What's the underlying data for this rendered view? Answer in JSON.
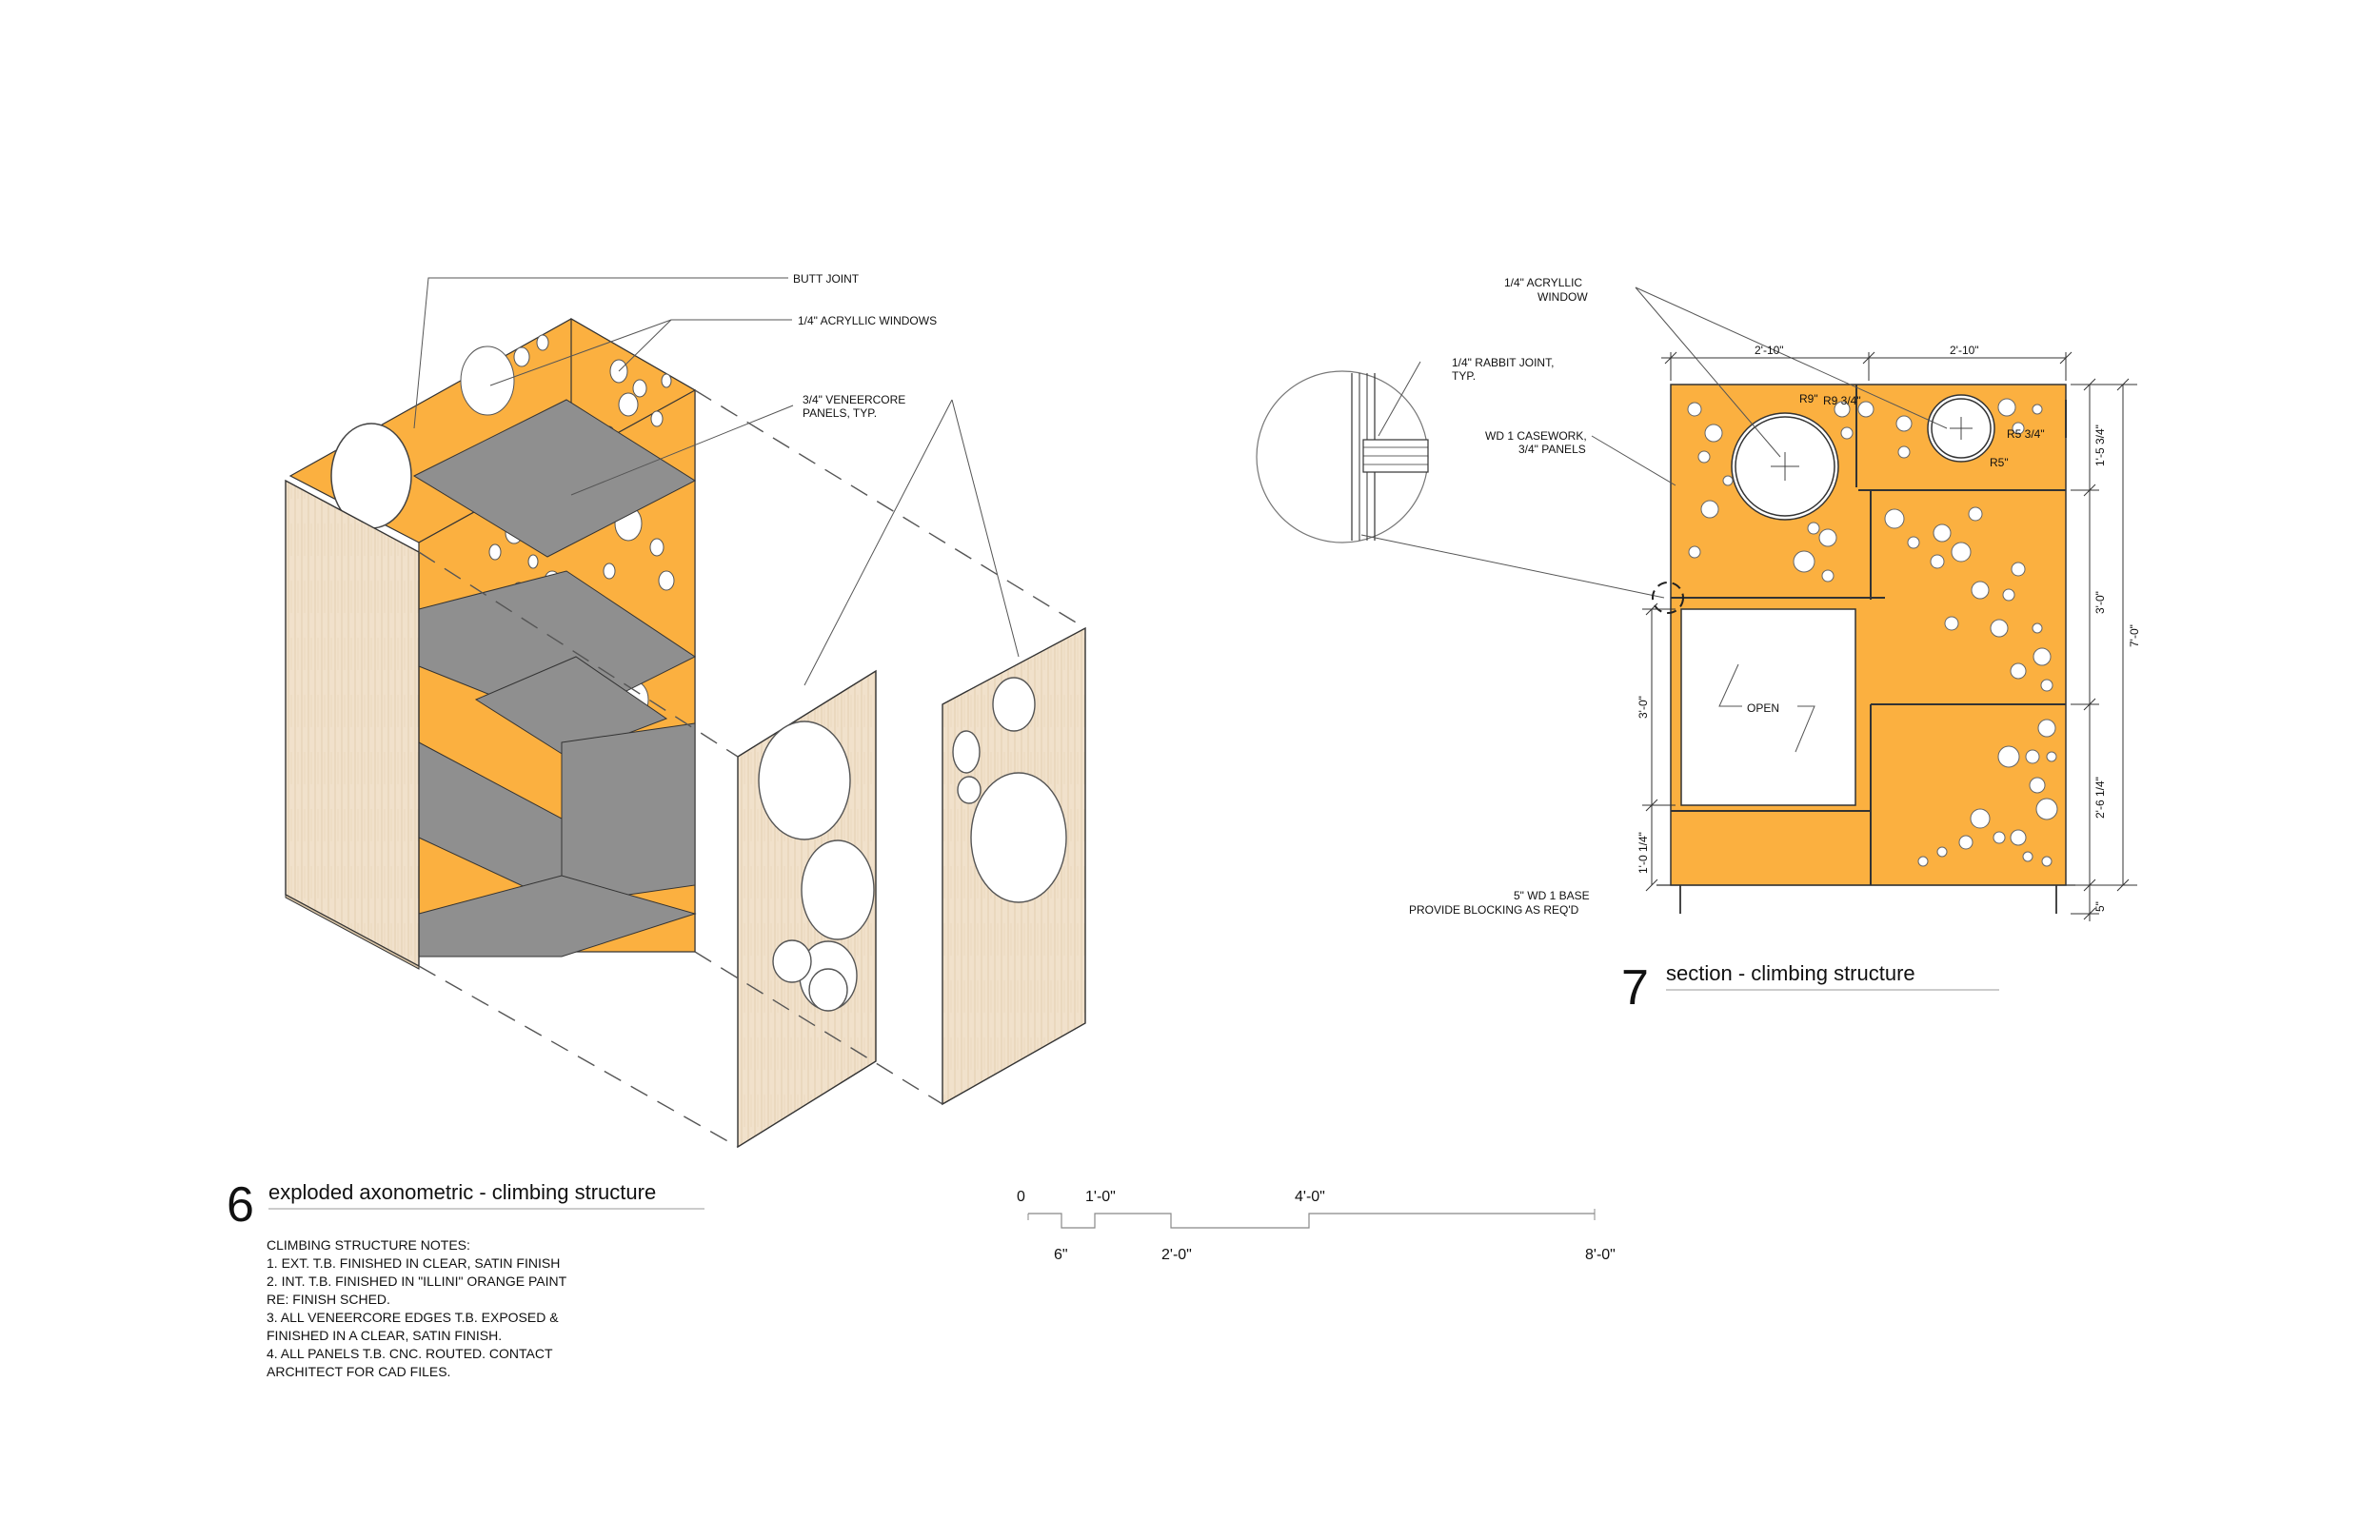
{
  "colors": {
    "orange": "#FBB040",
    "wood": "#F1E1CB",
    "gray": "#8F8F8F",
    "line": "#333333"
  },
  "axo": {
    "labels": {
      "butt_joint": "BUTT JOINT",
      "acrylic_windows": "1/4\" ACRYLLIC WINDOWS",
      "veneercore_1": "3/4\" VENEERCORE",
      "veneercore_2": "PANELS, TYP."
    },
    "number": "6",
    "title": "exploded axonometric - climbing structure"
  },
  "notes": [
    "CLIMBING STRUCTURE NOTES:",
    "1. EXT. T.B. FINISHED IN CLEAR, SATIN FINISH",
    "2. INT. T.B. FINISHED IN \"ILLINI\" ORANGE PAINT",
    "RE: FINISH SCHED.",
    "3. ALL VENEERCORE EDGES T.B. EXPOSED &",
    "FINISHED IN A CLEAR, SATIN FINISH.",
    "4. ALL PANELS T.B. CNC. ROUTED. CONTACT",
    "ARCHITECT FOR CAD FILES."
  ],
  "scale_bar": {
    "top": [
      "0",
      "1'-0\"",
      "4'-0\""
    ],
    "bottom": [
      "6\"",
      "2'-0\"",
      "8'-0\""
    ]
  },
  "section": {
    "labels": {
      "acrylic_1": "1/4\" ACRYLLIC",
      "acrylic_2": "WINDOW",
      "rabbit_1": "1/4\" RABBIT JOINT,",
      "rabbit_2": "TYP.",
      "casework_1": "WD 1 CASEWORK,",
      "casework_2": "3/4\" PANELS",
      "base_1": "5\" WD 1 BASE",
      "base_2": "PROVIDE BLOCKING AS REQ'D",
      "open": "OPEN",
      "r9": "R9\"",
      "r9_34": "R9 3/4\"",
      "r5_34": "R5 3/4\"",
      "r5": "R5\""
    },
    "dims": {
      "top_left": "2'-10\"",
      "top_right": "2'-10\"",
      "right_1": "1'-5 3/4\"",
      "right_2": "3'-0\"",
      "right_3": "2'-6 1/4\"",
      "right_4": "5\"",
      "overall": "7'-0\"",
      "left_open": "3'-0\"",
      "left_low": "1'-0 1/4\""
    },
    "number": "7",
    "title": "section - climbing structure"
  }
}
